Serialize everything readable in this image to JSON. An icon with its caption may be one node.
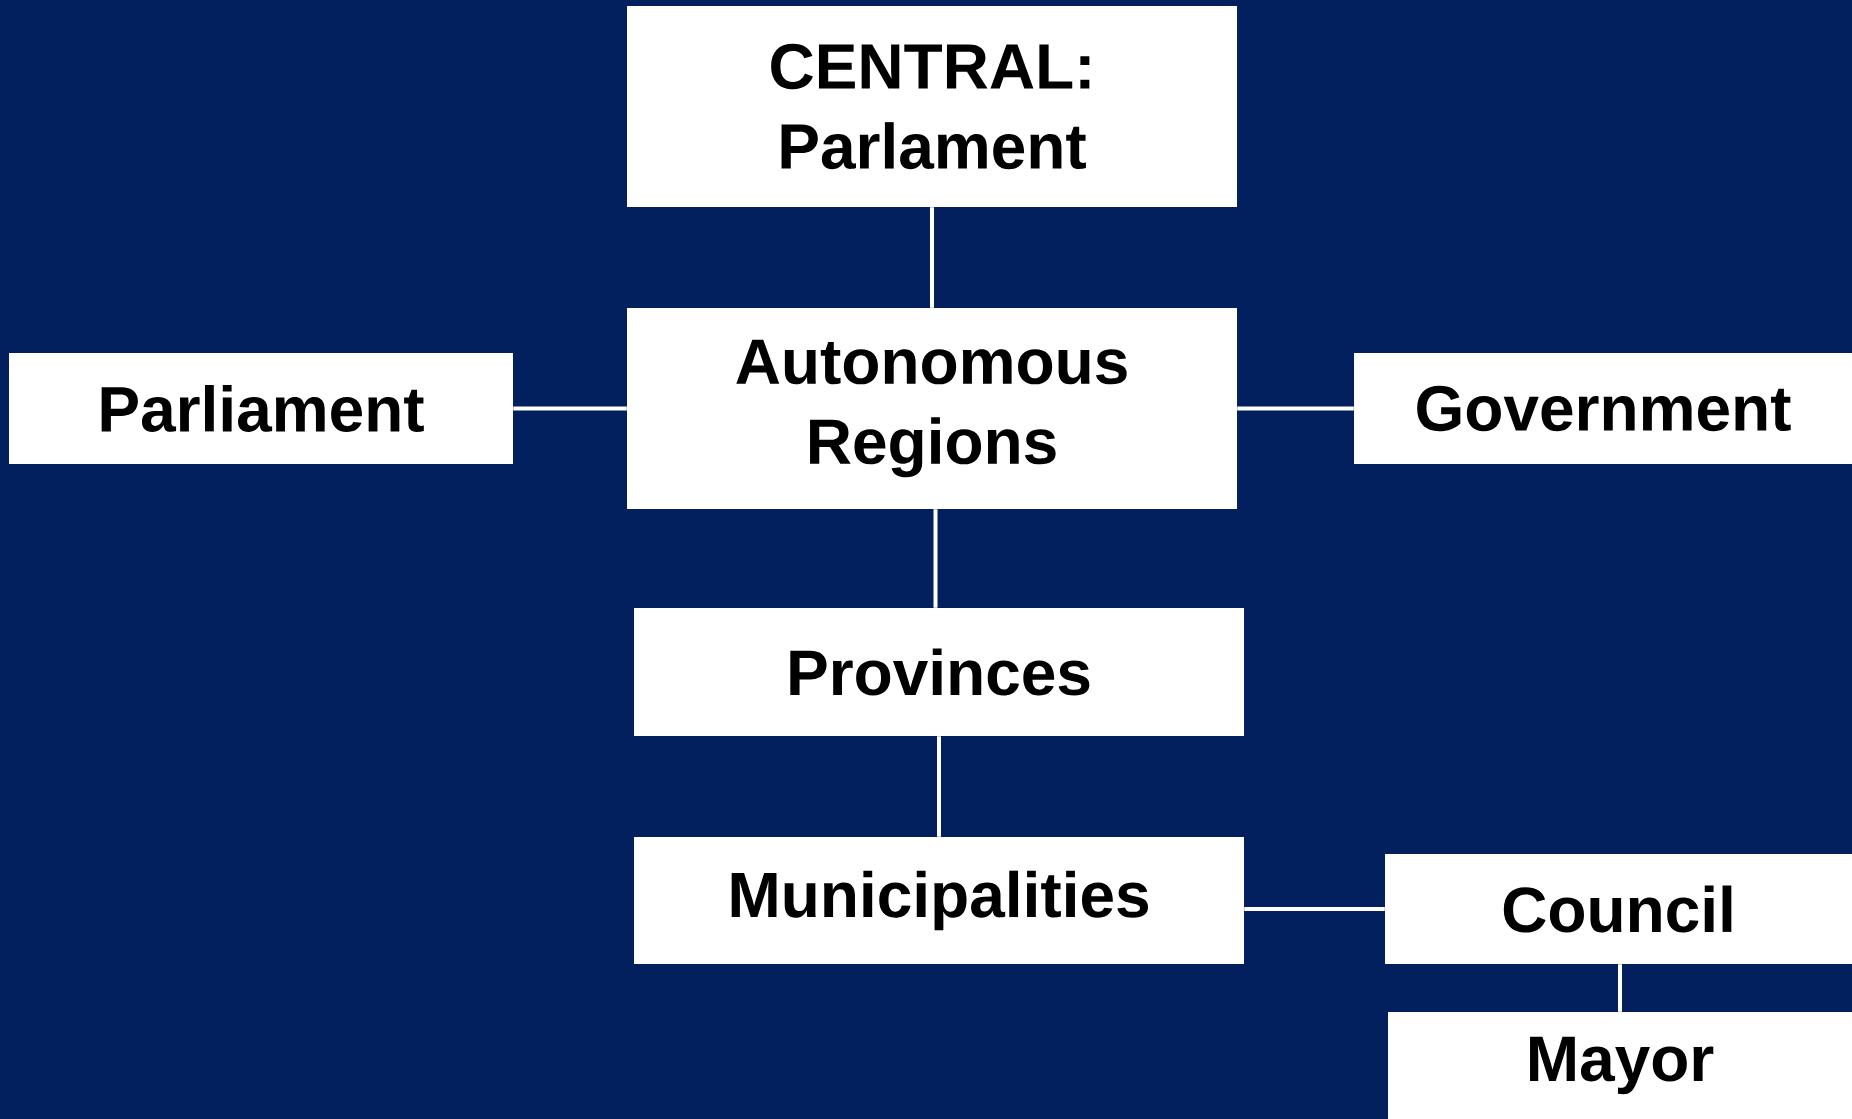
{
  "diagram": {
    "nodes": [
      {
        "text": [
          "CENTRAL: Parlament"
        ]
      },
      {
        "text": [
          "Autonomous Regions"
        ]
      },
      {
        "text": [
          "Parliament"
        ]
      },
      {
        "text": [
          "Government"
        ]
      },
      {
        "text": [
          "Provinces"
        ]
      },
      {
        "text": [
          "Municipalities"
        ]
      },
      {
        "text": [
          "Council"
        ]
      },
      {
        "text": [
          "Mayor"
        ]
      }
    ],
    "edges": [
      {
        "from": 0,
        "to": 1,
        "arrow": "none"
      },
      {
        "from": 1,
        "to": 2,
        "arrow": "none"
      },
      {
        "from": 1,
        "to": 3,
        "arrow": "none"
      },
      {
        "from": 1,
        "to": 4,
        "arrow": "none"
      },
      {
        "from": 4,
        "to": 5,
        "arrow": "none"
      },
      {
        "from": 5,
        "to": 6,
        "arrow": "none"
      },
      {
        "from": 6,
        "to": 7,
        "arrow": "none"
      }
    ]
  }
}
